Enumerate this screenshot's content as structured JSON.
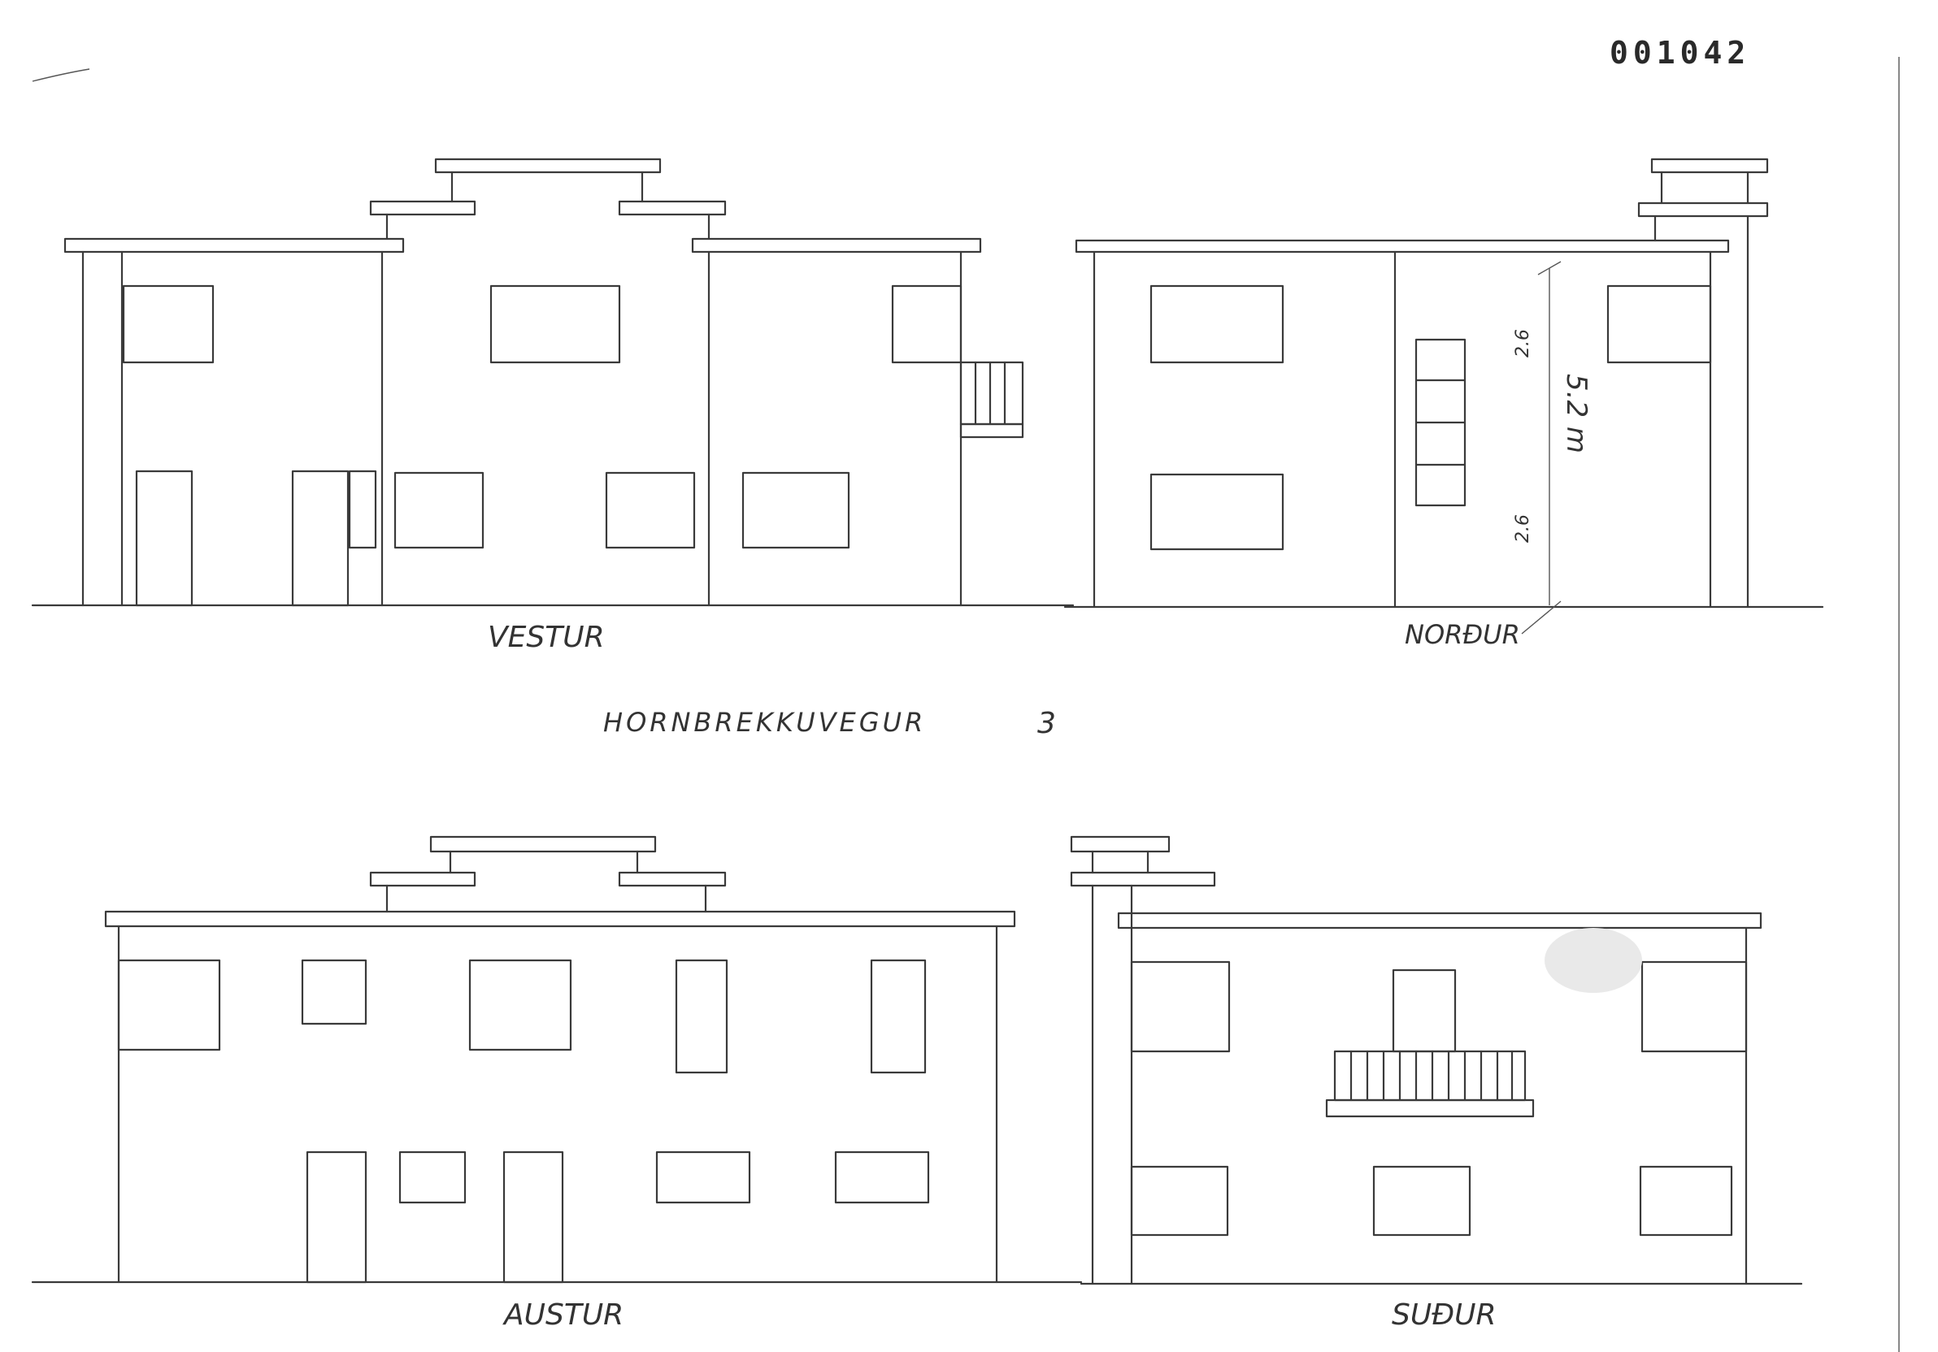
{
  "document": {
    "sheet_number": "001042",
    "title": "HORNBREKKUVEGUR",
    "house_number": "3"
  },
  "elevations": {
    "west": {
      "label": "VESTUR"
    },
    "north": {
      "label": "NORÐUR",
      "dim_total": "5.2 m",
      "dim_upper": "2.6",
      "dim_lower": "2.6"
    },
    "east": {
      "label": "AUSTUR"
    },
    "south": {
      "label": "SUÐUR"
    }
  },
  "colors": {
    "ink": "#3a3a3a",
    "paper": "#ffffff"
  }
}
